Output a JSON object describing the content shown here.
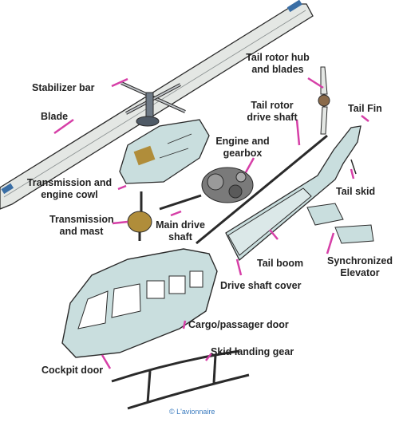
{
  "labels": {
    "stabilizer_bar": "Stabilizer bar",
    "blade": "Blade",
    "transmission_engine_cowl": [
      "Transmission and",
      "engine cowl"
    ],
    "transmission_mast": [
      "Transmission",
      "and mast"
    ],
    "tail_rotor_hub": [
      "Tail rotor hub",
      "and blades"
    ],
    "tail_rotor_shaft": [
      "Tail rotor",
      "drive shaft"
    ],
    "engine_gearbox": [
      "Engine and",
      "gearbox"
    ],
    "main_drive_shaft": [
      "Main drive",
      "shaft"
    ],
    "tail_fin": "Tail Fin",
    "tail_skid": "Tail skid",
    "tail_boom": "Tail boom",
    "synchronized_elevator": [
      "Synchronized",
      "Elevator"
    ],
    "drive_shaft_cover": "Drive shaft cover",
    "cargo_door": "Cargo/passager door",
    "skid_landing_gear": "Skid landing gear",
    "cockpit_door": "Cockpit door"
  },
  "credit": "© L'avionnaire",
  "colors": {
    "leader": "#d63fa7",
    "fuselage": "#c9dede",
    "outline": "#2a2a2a",
    "rotor": "#e4e7e4",
    "metal": "#6f7a86",
    "gold": "#b08d3a"
  }
}
